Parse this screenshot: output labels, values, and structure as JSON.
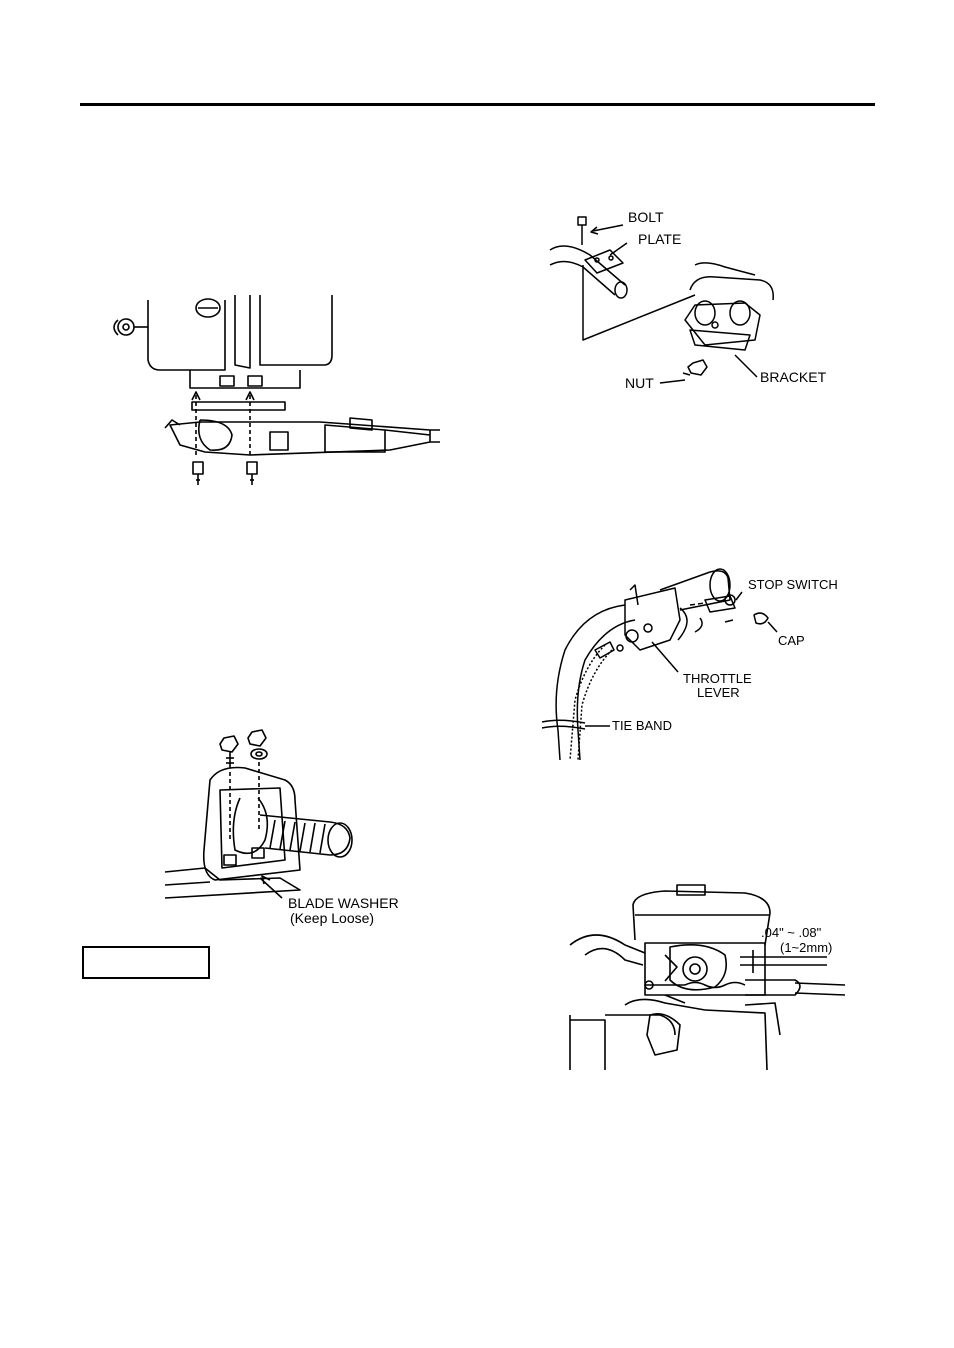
{
  "page": {
    "background": "#ffffff",
    "ink": "#000000"
  },
  "figures": {
    "gearcase_mount": {},
    "bracket_assembly": {
      "bolt_label": "BOLT",
      "plate_label": "PLATE",
      "nut_label": "NUT",
      "bracket_label": "BRACKET"
    },
    "throttle_handle": {
      "stop_switch_label": "STOP SWITCH",
      "cap_label": "CAP",
      "throttle_label_line1": "THROTTLE",
      "throttle_label_line2": "LEVER",
      "tie_band_label": "TIE BAND"
    },
    "grip_guard": {
      "blade_washer_label": "BLADE WASHER",
      "keep_loose_label": "(Keep Loose)"
    },
    "carburetor": {
      "gap_inch_label": ".04\" ~ .08\"",
      "gap_mm_label": "(1~2mm)"
    }
  },
  "empty_box": {
    "text": ""
  }
}
